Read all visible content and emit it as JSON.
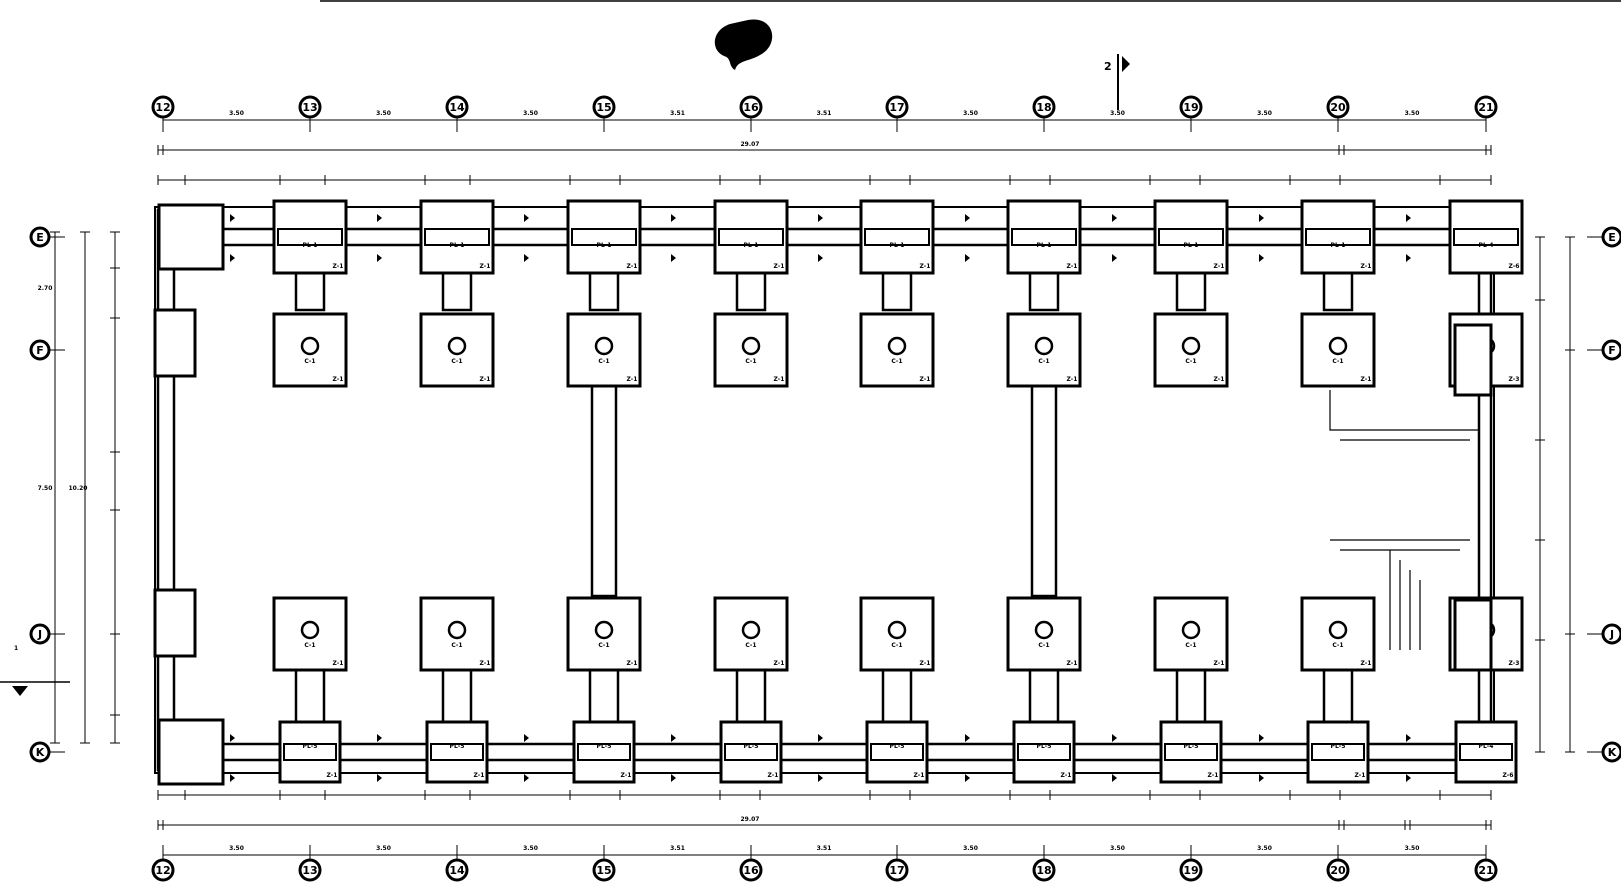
{
  "grid": {
    "columns": [
      "12",
      "13",
      "14",
      "15",
      "16",
      "17",
      "18",
      "19",
      "20",
      "21"
    ],
    "rows": [
      "E",
      "F",
      "J",
      "K"
    ]
  },
  "dimensions": {
    "top_spacing": [
      "3.50",
      "3.50",
      "3.50",
      "3.51",
      "3.51",
      "3.50",
      "3.50",
      "3.50",
      "3.50"
    ],
    "top_overall": "29.07",
    "bottom_overall": "29.07",
    "left_overall": "10.20",
    "left_partial": [
      "2.70",
      "7.50"
    ]
  },
  "footings": {
    "top_row": [
      "Z-1",
      "Z-1",
      "Z-1",
      "Z-1",
      "Z-1",
      "Z-1",
      "Z-1",
      "Z-1",
      "Z-6"
    ],
    "middle_upper": [
      "Z-1",
      "Z-1",
      "Z-1",
      "Z-1",
      "Z-1",
      "Z-1",
      "Z-1",
      "Z-1",
      "Z-3"
    ],
    "middle_lower": [
      "Z-1",
      "Z-1",
      "Z-1",
      "Z-1",
      "Z-1",
      "Z-1",
      "Z-1",
      "Z-1",
      "Z-3"
    ],
    "bottom_row": [
      "Z-1",
      "Z-1",
      "Z-1",
      "Z-1",
      "Z-1",
      "Z-1",
      "Z-1",
      "Z-1",
      "Z-6"
    ],
    "pedestal_upper": [
      "PL-1",
      "PL-1",
      "PL-1",
      "PL-1",
      "PL-1",
      "PL-1",
      "PL-1",
      "PL-1",
      "PL-4"
    ],
    "pedestal_lower": [
      "PL-5",
      "PL-5",
      "PL-5",
      "PL-5",
      "PL-5",
      "PL-5",
      "PL-5",
      "PL-5",
      "PL-4"
    ],
    "column_mark": "C-1"
  },
  "section_marks": {
    "top": "2",
    "left": "1"
  },
  "colors": {
    "ink": "#000000",
    "paper": "#ffffff"
  }
}
